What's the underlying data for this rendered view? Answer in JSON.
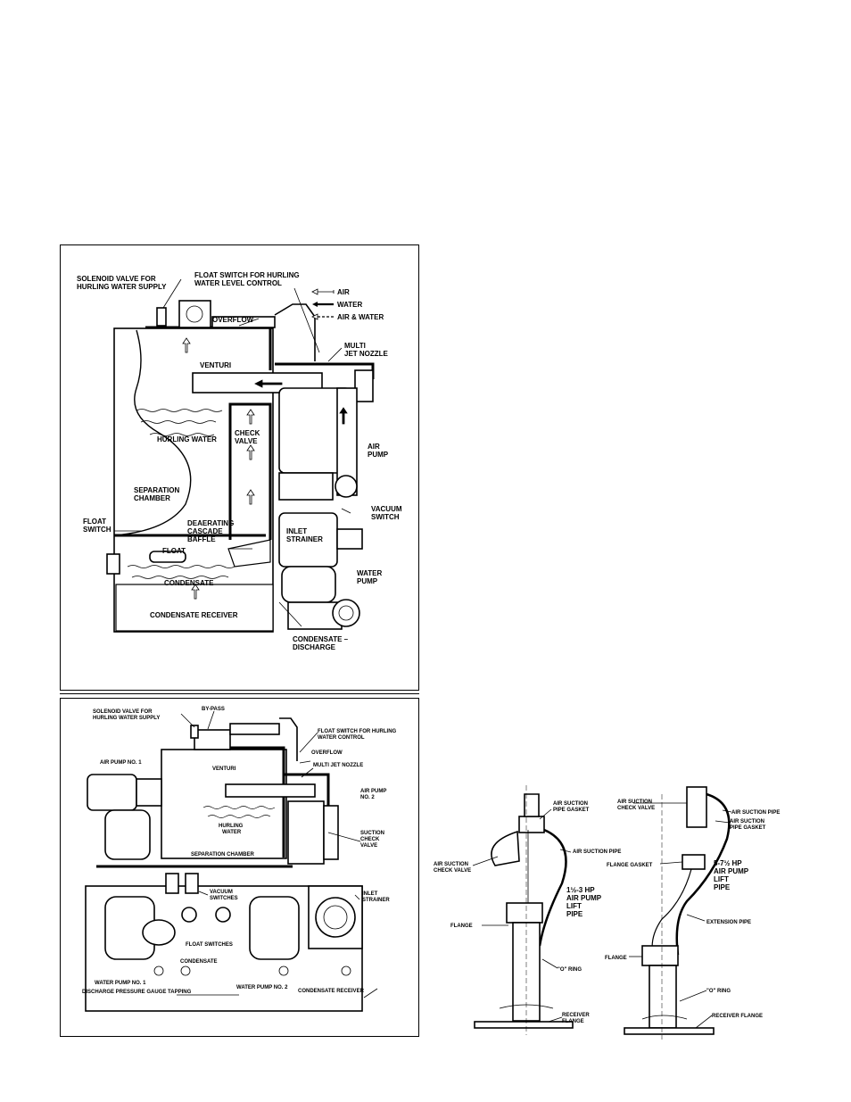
{
  "figure_top": {
    "legend": {
      "air": "AIR",
      "water": "WATER",
      "air_water": "AIR & WATER"
    },
    "labels": {
      "solenoid_valve": [
        "SOLENOID VALVE FOR",
        "HURLING WATER SUPPLY"
      ],
      "float_switch_hurling": [
        "FLOAT SWITCH FOR HURLING",
        "WATER LEVEL CONTROL"
      ],
      "overflow": "OVERFLOW",
      "multi_jet_nozzle": [
        "MULTI",
        "JET NOZZLE"
      ],
      "venturi": "VENTURI",
      "check_valve": [
        "CHECK",
        "VALVE"
      ],
      "hurling_water": "HURLING WATER",
      "air_pump": [
        "AIR",
        "PUMP"
      ],
      "separation_chamber": [
        "SEPARATION",
        "CHAMBER"
      ],
      "vacuum_switch": [
        "VACUUM",
        "SWITCH"
      ],
      "float_switch": [
        "FLOAT",
        "SWITCH"
      ],
      "deaerating_baffle": [
        "DEAERATING",
        "CASCADE",
        "BAFFLE"
      ],
      "inlet_strainer": [
        "INLET",
        "STRAINER"
      ],
      "float": "FLOAT",
      "water_pump": [
        "WATER",
        "PUMP"
      ],
      "condensate": "CONDENSATE",
      "condensate_receiver": "CONDENSATE RECEIVER",
      "condensate_discharge": [
        "CONDENSATE –",
        "DISCHARGE"
      ]
    }
  },
  "figure_bottom": {
    "labels": {
      "solenoid_valve": [
        "SOLENOID VALVE FOR",
        "HURLING WATER SUPPLY"
      ],
      "by_pass": "BY-PASS",
      "float_switch_hurling": [
        "FLOAT SWITCH FOR HURLING",
        "WATER CONTROL"
      ],
      "overflow": "OVERFLOW",
      "air_pump_1": "AIR PUMP NO. 1",
      "venturi": "VENTURI",
      "multi_jet_nozzle": "MULTI JET NOZZLE",
      "air_pump_2": [
        "AIR PUMP",
        "NO. 2"
      ],
      "hurling_water": [
        "HURLING",
        "WATER"
      ],
      "suction_check_valve": [
        "SUCTION",
        "CHECK",
        "VALVE"
      ],
      "separation_chamber": "SEPARATION CHAMBER",
      "vacuum_switches": [
        "VACUUM",
        "SWITCHES"
      ],
      "inlet_strainer": [
        "INLET",
        "STRAINER"
      ],
      "float_switches": "FLOAT SWITCHES",
      "condensate": "CONDENSATE",
      "water_pump_1": "WATER PUMP NO. 1",
      "water_pump_2": "WATER PUMP NO. 2",
      "discharge_gauge": "DISCHARGE PRESSURE GAUGE TAPPING",
      "condensate_receiver": "CONDENSATE RECEIVER"
    }
  },
  "figure_right": {
    "left_pipe": {
      "air_suction_pipe_gasket": [
        "AIR SUCTION",
        "PIPE GASKET"
      ],
      "air_suction_pipe": "AIR SUCTION PIPE",
      "air_suction_check_valve": [
        "AIR SUCTION",
        "CHECK VALVE"
      ],
      "title": [
        "1½-3 HP",
        "AIR PUMP",
        "LIFT",
        "PIPE"
      ],
      "flange": "FLANGE",
      "o_ring": "\"O\" RING",
      "receiver_flange": [
        "RECEIVER",
        "FLANGE"
      ]
    },
    "right_pipe": {
      "air_suction_check_valve": [
        "AIR SUCTION",
        "CHECK VALVE"
      ],
      "air_suction_pipe": "AIR SUCTION PIPE",
      "air_suction_pipe_gasket": [
        "AIR SUCTION",
        "PIPE GASKET"
      ],
      "flange_gasket": "FLANGE GASKET",
      "title": [
        "5-7½ HP",
        "AIR PUMP",
        "LIFT",
        "PIPE"
      ],
      "extension_pipe": "EXTENSION PIPE",
      "flange": "FLANGE",
      "o_ring": "\"O\" RING",
      "receiver_flange": "RECEIVER FLANGE"
    }
  }
}
